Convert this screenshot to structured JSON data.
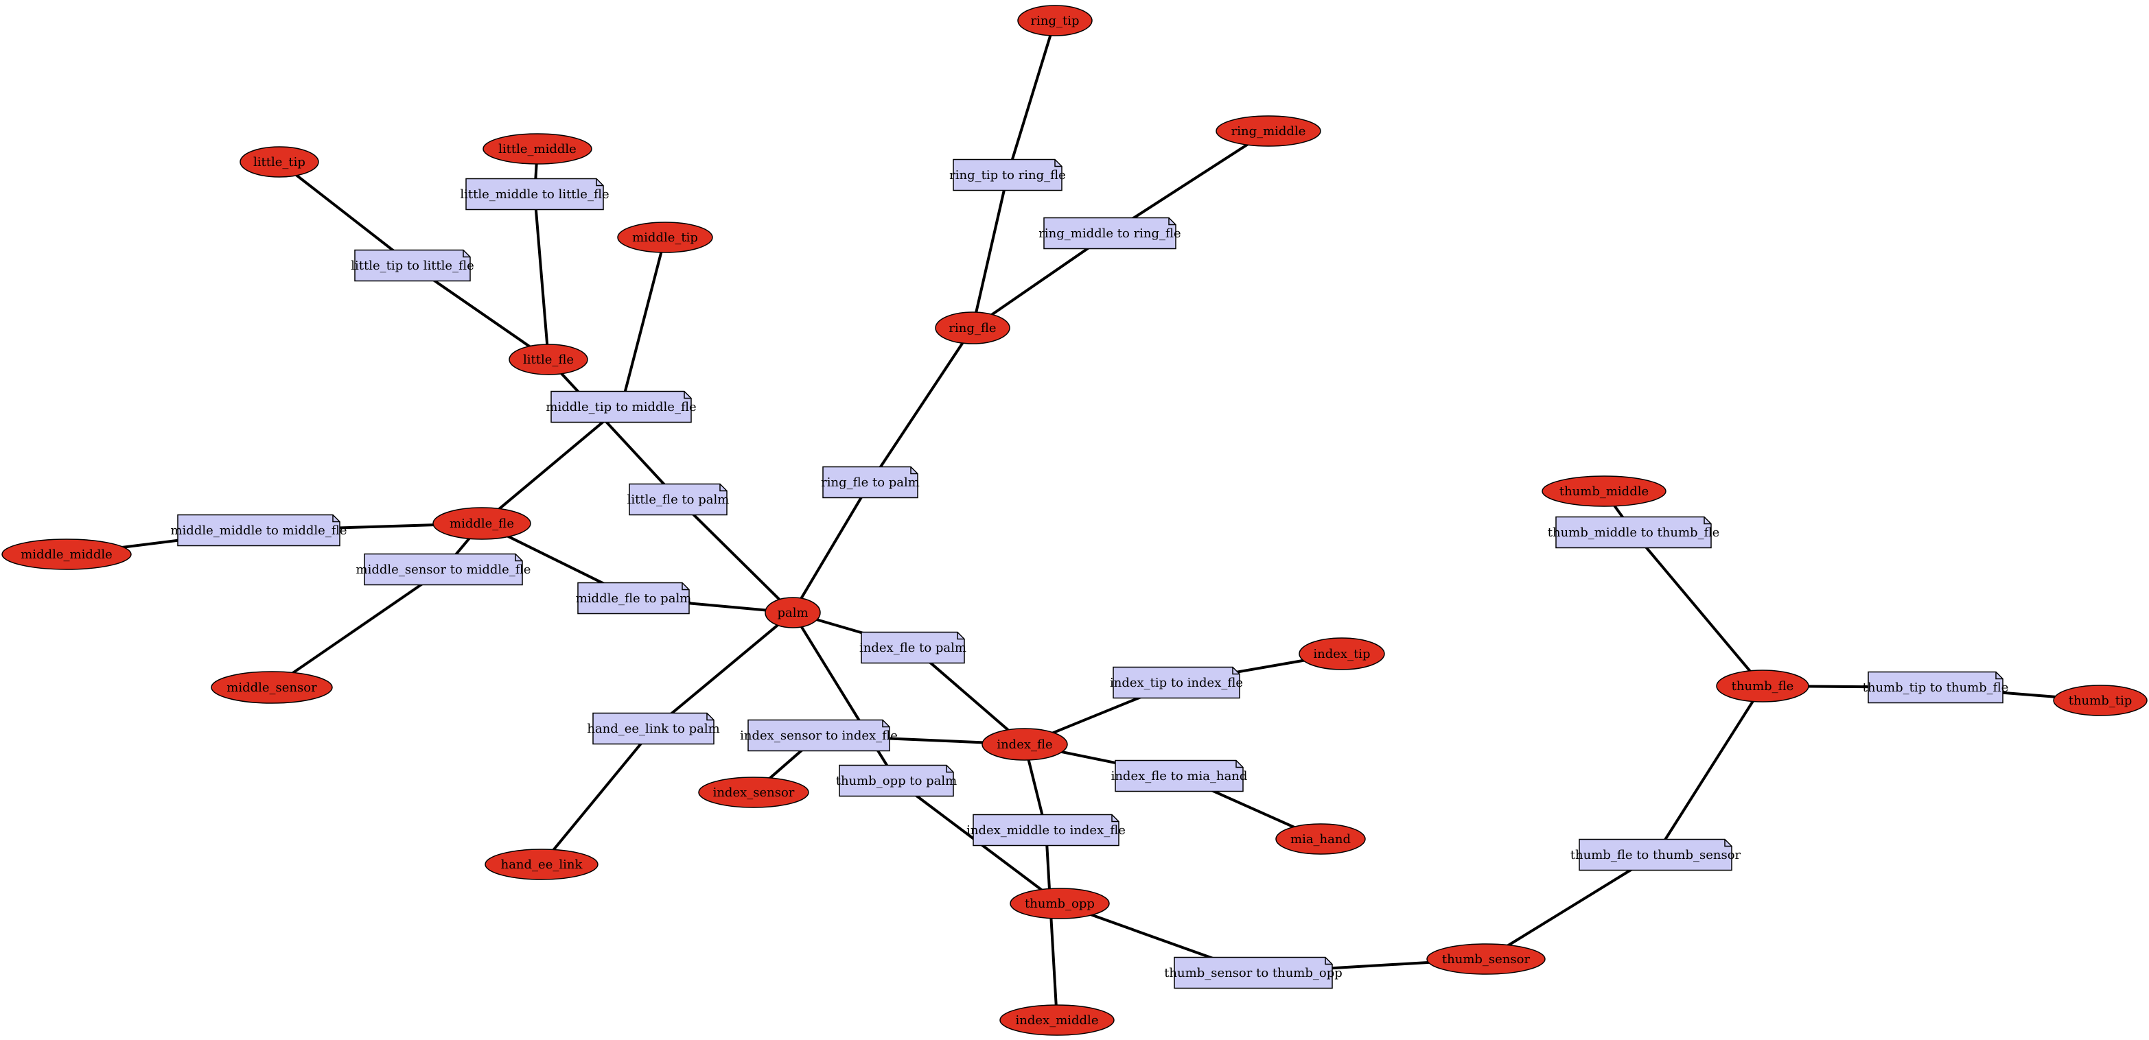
{
  "colors": {
    "link_fill": "#e03020",
    "joint_fill": "#ccccf5",
    "stroke": "#000000",
    "background": "#ffffff"
  },
  "links": [
    {
      "id": "ring_tip",
      "label": "ring_tip"
    },
    {
      "id": "ring_middle",
      "label": "ring_middle"
    },
    {
      "id": "little_middle",
      "label": "little_middle"
    },
    {
      "id": "little_tip",
      "label": "little_tip"
    },
    {
      "id": "middle_tip",
      "label": "middle_tip"
    },
    {
      "id": "ring_fle",
      "label": "ring_fle"
    },
    {
      "id": "little_fle",
      "label": "little_fle"
    },
    {
      "id": "middle_fle",
      "label": "middle_fle"
    },
    {
      "id": "middle_middle",
      "label": "middle_middle"
    },
    {
      "id": "palm",
      "label": "palm"
    },
    {
      "id": "middle_sensor",
      "label": "middle_sensor"
    },
    {
      "id": "index_tip",
      "label": "index_tip"
    },
    {
      "id": "index_fle",
      "label": "index_fle"
    },
    {
      "id": "index_sensor",
      "label": "index_sensor"
    },
    {
      "id": "hand_ee_link",
      "label": "hand_ee_link"
    },
    {
      "id": "mia_hand",
      "label": "mia_hand"
    },
    {
      "id": "thumb_opp",
      "label": "thumb_opp"
    },
    {
      "id": "index_middle",
      "label": "index_middle"
    },
    {
      "id": "thumb_sensor",
      "label": "thumb_sensor"
    },
    {
      "id": "thumb_middle",
      "label": "thumb_middle"
    },
    {
      "id": "thumb_fle",
      "label": "thumb_fle"
    },
    {
      "id": "thumb_tip",
      "label": "thumb_tip"
    }
  ],
  "joints": [
    {
      "id": "ring_tip_to_ring_fle",
      "label": "ring_tip to ring_fle",
      "child": "ring_tip",
      "parent": "ring_fle"
    },
    {
      "id": "ring_middle_to_ring_fle",
      "label": "ring_middle to ring_fle",
      "child": "ring_middle",
      "parent": "ring_fle"
    },
    {
      "id": "little_middle_to_little_fle",
      "label": "little_middle to little_fle",
      "child": "little_middle",
      "parent": "little_fle"
    },
    {
      "id": "little_tip_to_little_fle",
      "label": "little_tip to little_fle",
      "child": "little_tip",
      "parent": "little_fle"
    },
    {
      "id": "middle_tip_to_middle_fle",
      "label": "middle_tip to middle_fle",
      "child": "middle_tip",
      "parent": "middle_fle"
    },
    {
      "id": "little_fle_to_palm",
      "label": "little_fle to palm",
      "child": "little_fle",
      "parent": "palm"
    },
    {
      "id": "ring_fle_to_palm",
      "label": "ring_fle to palm",
      "child": "ring_fle",
      "parent": "palm"
    },
    {
      "id": "middle_middle_to_middle_fle",
      "label": "middle_middle to middle_fle",
      "child": "middle_middle",
      "parent": "middle_fle"
    },
    {
      "id": "middle_sensor_to_middle_fle",
      "label": "middle_sensor to middle_fle",
      "child": "middle_sensor",
      "parent": "middle_fle"
    },
    {
      "id": "middle_fle_to_palm",
      "label": "middle_fle to palm",
      "child": "middle_fle",
      "parent": "palm"
    },
    {
      "id": "index_fle_to_palm",
      "label": "index_fle to palm",
      "child": "index_fle",
      "parent": "palm"
    },
    {
      "id": "index_tip_to_index_fle",
      "label": "index_tip to index_fle",
      "child": "index_tip",
      "parent": "index_fle"
    },
    {
      "id": "hand_ee_link_to_palm",
      "label": "hand_ee_link to palm",
      "child": "hand_ee_link",
      "parent": "palm"
    },
    {
      "id": "index_sensor_to_index_fle",
      "label": "index_sensor to index_fle",
      "child": "index_sensor",
      "parent": "index_fle"
    },
    {
      "id": "index_fle_to_mia_hand",
      "label": "index_fle to mia_hand",
      "child": "index_fle",
      "parent": "mia_hand"
    },
    {
      "id": "thumb_opp_to_palm",
      "label": "thumb_opp to palm",
      "child": "thumb_opp",
      "parent": "palm"
    },
    {
      "id": "index_middle_to_index_fle",
      "label": "index_middle to index_fle",
      "child": "index_middle",
      "parent": "index_fle"
    },
    {
      "id": "thumb_middle_to_thumb_fle",
      "label": "thumb_middle to thumb_fle",
      "child": "thumb_middle",
      "parent": "thumb_fle"
    },
    {
      "id": "thumb_tip_to_thumb_fle",
      "label": "thumb_tip to thumb_fle",
      "child": "thumb_tip",
      "parent": "thumb_fle"
    },
    {
      "id": "thumb_fle_to_thumb_sensor",
      "label": "thumb_fle to thumb_sensor",
      "child": "thumb_fle",
      "parent": "thumb_sensor"
    },
    {
      "id": "thumb_sensor_to_thumb_opp",
      "label": "thumb_sensor to thumb_opp",
      "child": "thumb_sensor",
      "parent": "thumb_opp"
    }
  ]
}
